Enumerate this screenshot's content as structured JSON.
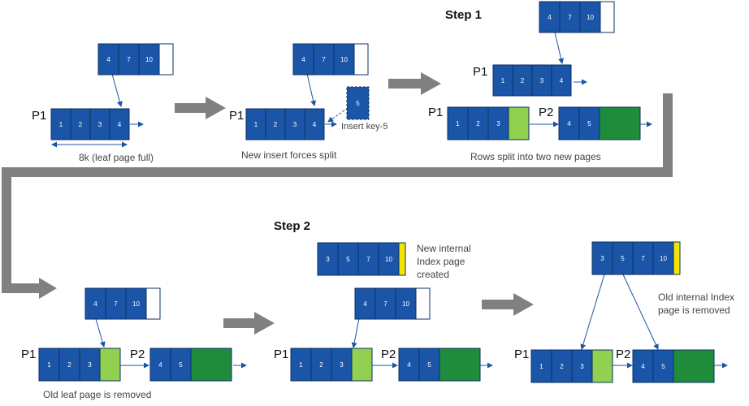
{
  "steps": {
    "step1": "Step 1",
    "step2": "Step 2"
  },
  "captions": {
    "leaf_full": "8k (leaf page full)",
    "insert_split": "New insert forces split",
    "rows_split": "Rows split into two new pages",
    "old_leaf_removed": "Old leaf page is removed",
    "new_internal": [
      "New internal",
      "Index page",
      "created"
    ],
    "old_internal_removed": [
      "Old internal Index",
      "page is removed"
    ]
  },
  "insert_key_label": "Insert key-5",
  "page_labels": {
    "p1": "P1",
    "p2": "P2"
  },
  "index_keys": [
    "4",
    "7",
    "10"
  ],
  "new_index_keys": [
    "3",
    "5",
    "7",
    "10"
  ],
  "leaf_full_keys": [
    "1",
    "2",
    "3",
    "4"
  ],
  "new_key": "5",
  "p1_split_keys": [
    "1",
    "2",
    "3"
  ],
  "p2_split_keys": [
    "4",
    "5"
  ],
  "colors": {
    "cell": "#1a55a8",
    "border": "#0d2f66",
    "arrow": "#808080",
    "light_green": "#92d050",
    "dark_green": "#1e8c3a",
    "yellow": "#f5e400"
  }
}
